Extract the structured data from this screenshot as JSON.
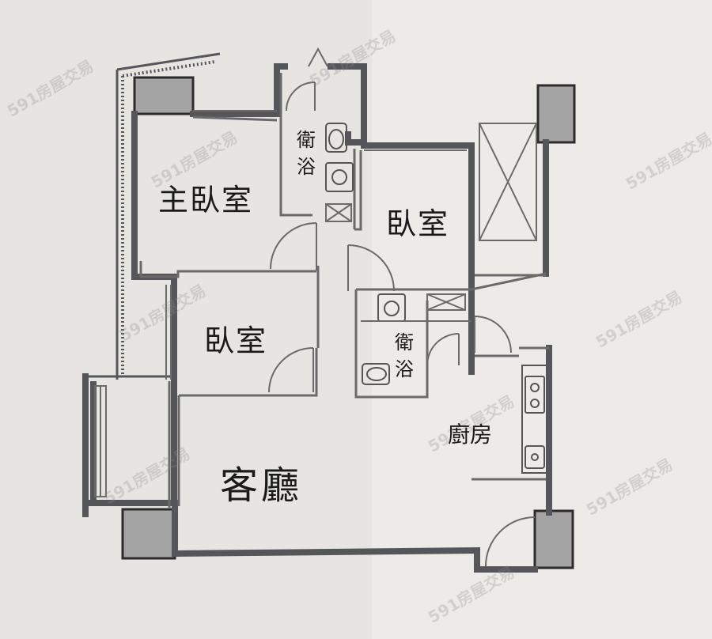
{
  "rooms": {
    "master_bedroom": "主臥室",
    "bedroom_2": "臥室",
    "bedroom_3": "臥室",
    "bathroom_1": [
      "衛",
      "浴"
    ],
    "bathroom_2": [
      "衛",
      "浴"
    ],
    "living_room": "客廳",
    "kitchen": "廚房"
  },
  "watermark": "591房屋交易",
  "colors": {
    "background": "#ecebe7",
    "wall": "#55565a",
    "column": "#a4a4a4",
    "line": "#6a6a6a"
  }
}
